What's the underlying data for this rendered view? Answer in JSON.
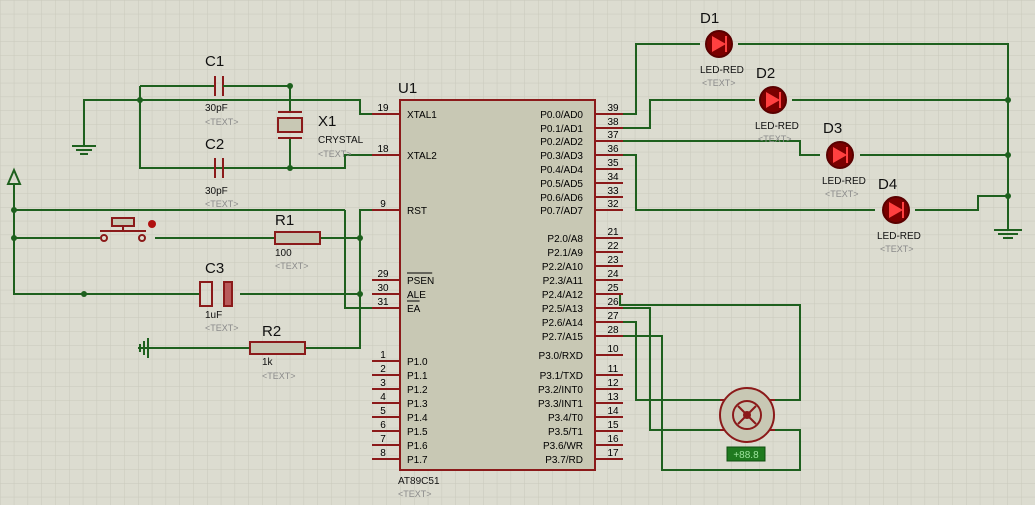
{
  "chip": {
    "ref": "U1",
    "part": "AT89C51",
    "text": "<TEXT>",
    "left_pins": [
      {
        "num": "19",
        "name": "XTAL1"
      },
      {
        "num": "18",
        "name": "XTAL2"
      },
      {
        "num": "9",
        "name": "RST"
      },
      {
        "num": "29",
        "name": "PSEN"
      },
      {
        "num": "30",
        "name": "ALE"
      },
      {
        "num": "31",
        "name": "EA"
      },
      {
        "num": "1",
        "name": "P1.0"
      },
      {
        "num": "2",
        "name": "P1.1"
      },
      {
        "num": "3",
        "name": "P1.2"
      },
      {
        "num": "4",
        "name": "P1.3"
      },
      {
        "num": "5",
        "name": "P1.4"
      },
      {
        "num": "6",
        "name": "P1.5"
      },
      {
        "num": "7",
        "name": "P1.6"
      },
      {
        "num": "8",
        "name": "P1.7"
      }
    ],
    "right_pins": [
      {
        "num": "39",
        "name": "P0.0/AD0"
      },
      {
        "num": "38",
        "name": "P0.1/AD1"
      },
      {
        "num": "37",
        "name": "P0.2/AD2"
      },
      {
        "num": "36",
        "name": "P0.3/AD3"
      },
      {
        "num": "35",
        "name": "P0.4/AD4"
      },
      {
        "num": "34",
        "name": "P0.5/AD5"
      },
      {
        "num": "33",
        "name": "P0.6/AD6"
      },
      {
        "num": "32",
        "name": "P0.7/AD7"
      },
      {
        "num": "21",
        "name": "P2.0/A8"
      },
      {
        "num": "22",
        "name": "P2.1/A9"
      },
      {
        "num": "23",
        "name": "P2.2/A10"
      },
      {
        "num": "24",
        "name": "P2.3/A11"
      },
      {
        "num": "25",
        "name": "P2.4/A12"
      },
      {
        "num": "26",
        "name": "P2.5/A13"
      },
      {
        "num": "27",
        "name": "P2.6/A14"
      },
      {
        "num": "28",
        "name": "P2.7/A15"
      },
      {
        "num": "10",
        "name": "P3.0/RXD"
      },
      {
        "num": "11",
        "name": "P3.1/TXD"
      },
      {
        "num": "12",
        "name": "P3.2/INT0"
      },
      {
        "num": "13",
        "name": "P3.3/INT1"
      },
      {
        "num": "14",
        "name": "P3.4/T0"
      },
      {
        "num": "15",
        "name": "P3.5/T1"
      },
      {
        "num": "16",
        "name": "P3.6/WR"
      },
      {
        "num": "17",
        "name": "P3.7/RD"
      }
    ]
  },
  "components": {
    "c1": {
      "ref": "C1",
      "value": "30pF",
      "text": "<TEXT>"
    },
    "c2": {
      "ref": "C2",
      "value": "30pF",
      "text": "<TEXT>"
    },
    "c3": {
      "ref": "C3",
      "value": "1uF",
      "text": "<TEXT>"
    },
    "x1": {
      "ref": "X1",
      "value": "CRYSTAL",
      "text": "<TEXT>"
    },
    "r1": {
      "ref": "R1",
      "value": "100",
      "text": "<TEXT>"
    },
    "r2": {
      "ref": "R2",
      "value": "1k",
      "text": "<TEXT>"
    },
    "d1": {
      "ref": "D1",
      "value": "LED-RED",
      "text": "<TEXT>"
    },
    "d2": {
      "ref": "D2",
      "value": "LED-RED",
      "text": "<TEXT>"
    },
    "d3": {
      "ref": "D3",
      "value": "LED-RED",
      "text": "<TEXT>"
    },
    "d4": {
      "ref": "D4",
      "value": "LED-RED",
      "text": "<TEXT>"
    }
  },
  "motor": {
    "readout": "+88.8"
  },
  "colors": {
    "background": "#dcdcd0",
    "grid": "#c9c9bb",
    "wire": "#1e601e",
    "component": "#8b1a1a",
    "chip_fill": "#c8c8b4",
    "readout_bg": "#1f7a1f",
    "readout_text": "#9fe59f"
  }
}
